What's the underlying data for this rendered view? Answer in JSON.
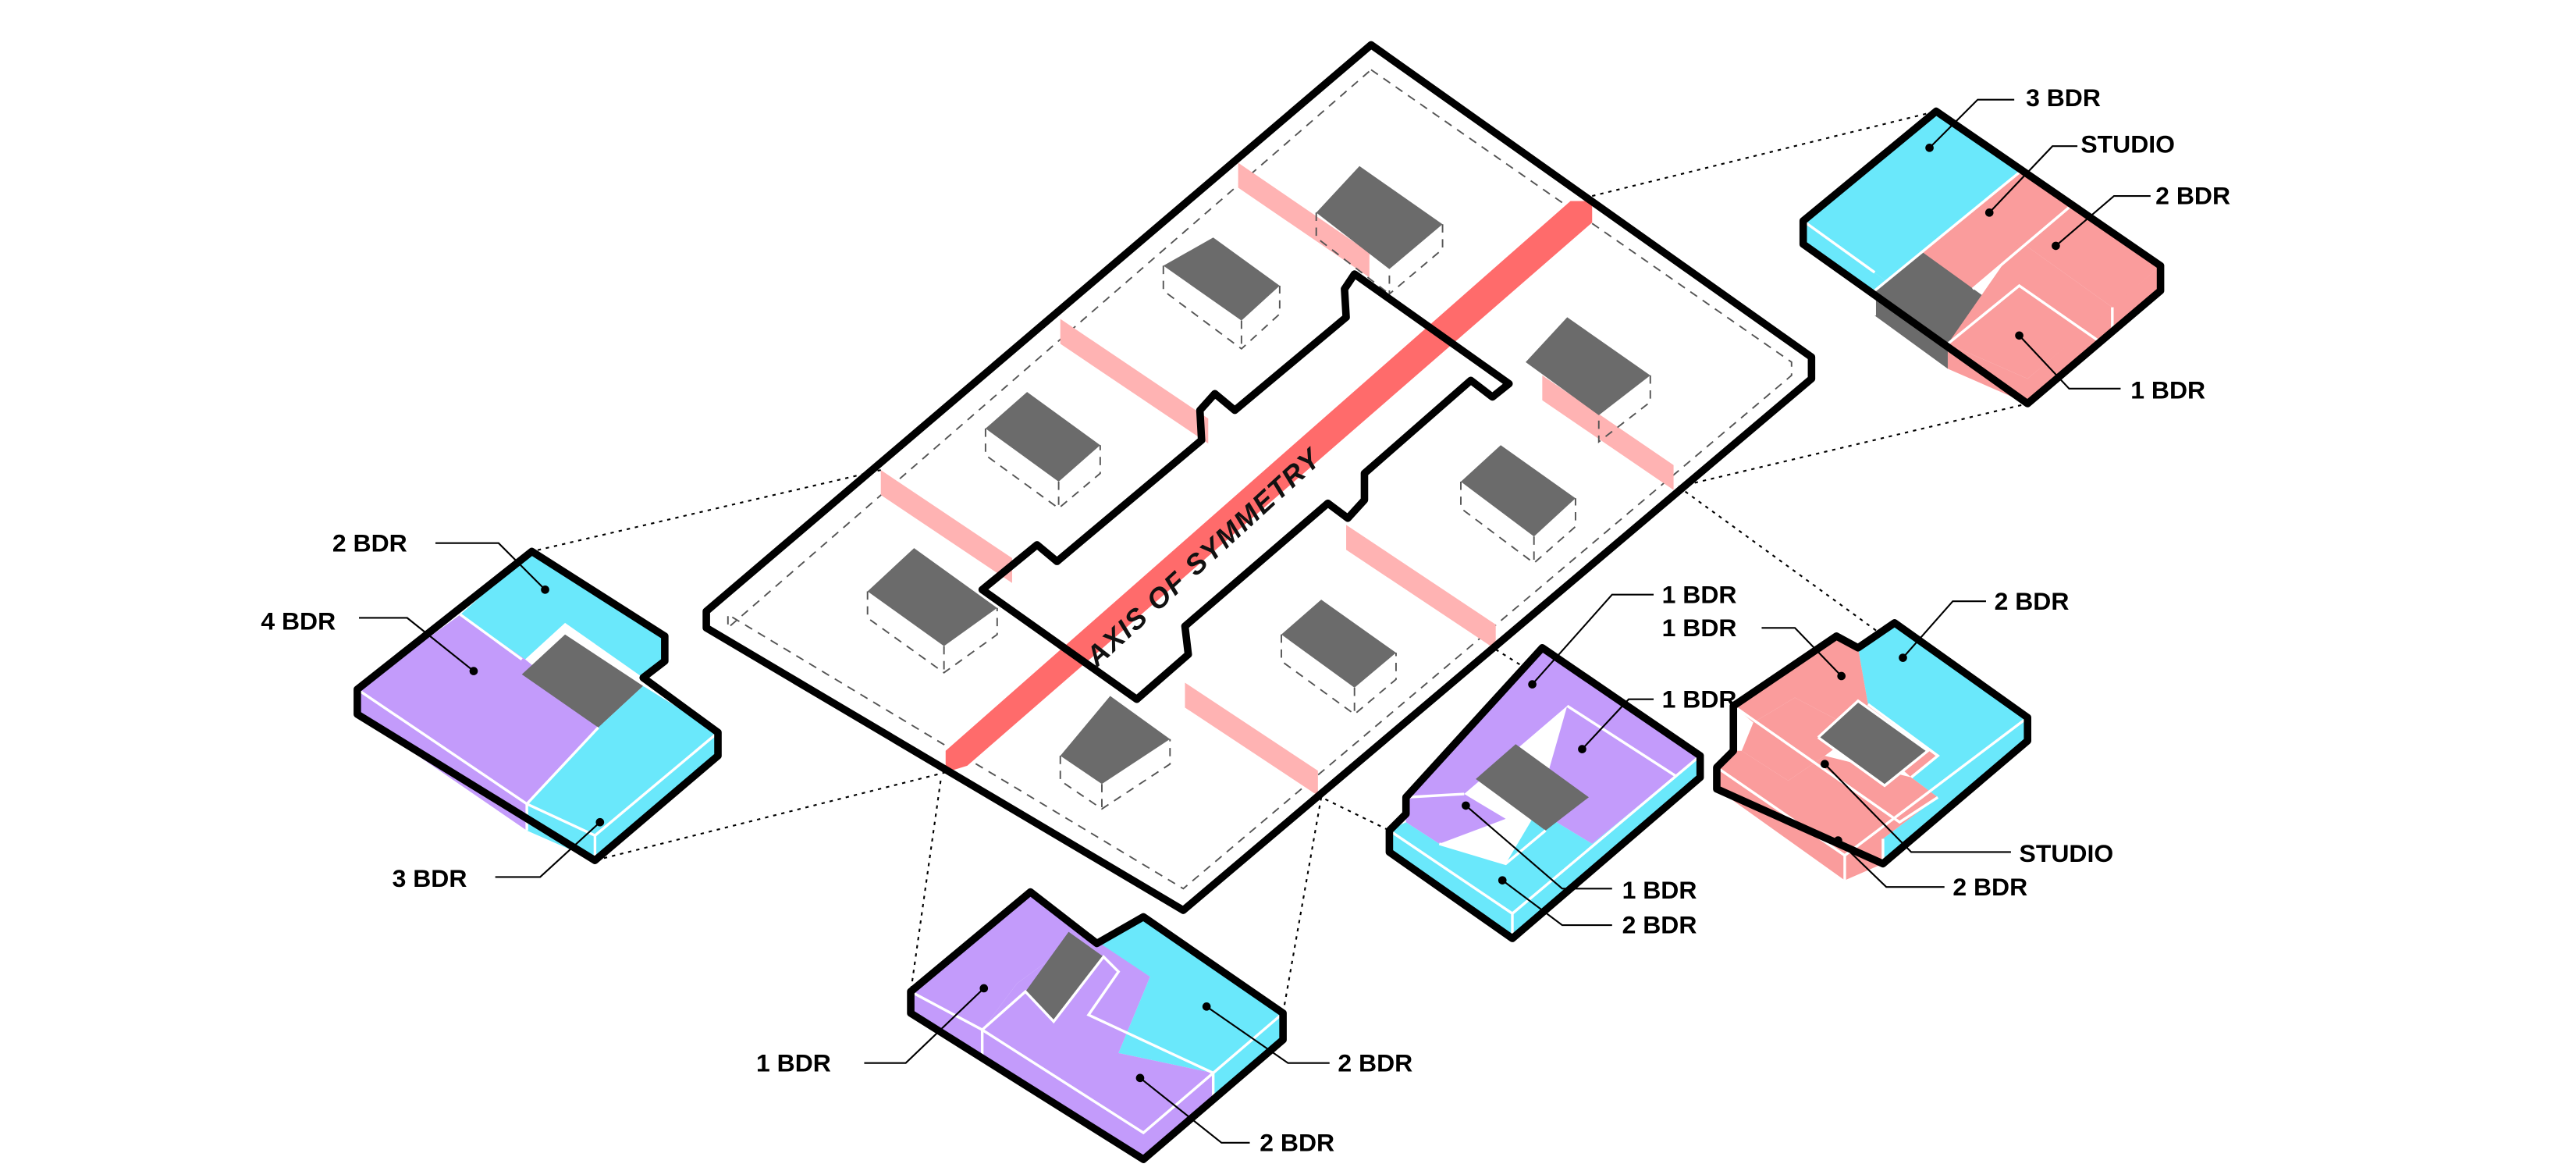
{
  "title": "Axonometric unit distribution diagram",
  "colors": {
    "outline": "#000000",
    "axis": "#ff6b6b",
    "axis_light": "#ffb3b3",
    "core": "#6b6b6b",
    "unit_cyan": "#6ae8fb",
    "unit_purple": "#c39bfb",
    "unit_pink": "#fa9c9c"
  },
  "site": {
    "axis_label": "AXIS OF SYMMETRY"
  },
  "modules": {
    "top_right": {
      "labels": [
        "3 BDR",
        "STUDIO",
        "2 BDR",
        "1 BDR"
      ]
    },
    "left": {
      "labels": [
        "2 BDR",
        "4 BDR",
        "3 BDR"
      ]
    },
    "bottom": {
      "labels": [
        "1 BDR",
        "2 BDR",
        "2 BDR"
      ]
    },
    "middle_right": {
      "labels": [
        "1 BDR",
        "1 BDR",
        "1 BDR",
        "2 BDR"
      ]
    },
    "far_right": {
      "labels": [
        "2 BDR",
        "1 BDR",
        "STUDIO",
        "2 BDR"
      ]
    }
  }
}
